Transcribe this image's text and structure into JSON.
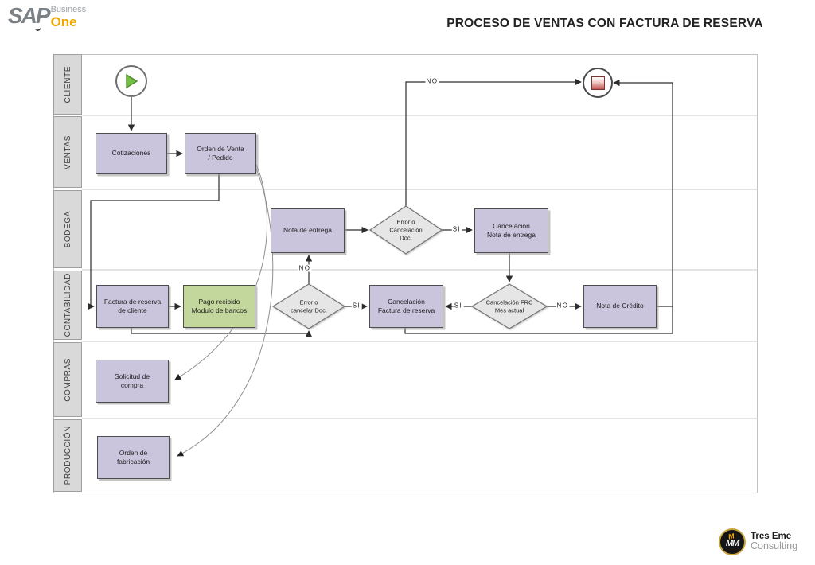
{
  "header": {
    "logo": {
      "sap": "SAP",
      "business": "Business",
      "one": "One"
    },
    "title": "PROCESO DE VENTAS CON FACTURA DE RESERVA"
  },
  "lanes": [
    {
      "label": "CLIENTE"
    },
    {
      "label": "VENTAS"
    },
    {
      "label": "BODEGA"
    },
    {
      "label": "CONTABILIDAD"
    },
    {
      "label": "COMPRAS"
    },
    {
      "label": "PRODUCCIÓN"
    }
  ],
  "nodes": {
    "cotizaciones": "Cotizaciones",
    "orden_venta": "Orden de Venta\n/ Pedido",
    "nota_entrega": "Nota de entrega",
    "cancelacion_nota_entrega": "Cancelación\nNota de entrega",
    "factura_reserva": "Factura de reserva\nde cliente",
    "pago_recibido": "Pago recibido\nModulo de bancos",
    "cancelacion_factura_reserva": "Cancelación\nFactura de reserva",
    "nota_credito": "Nota de Crédito",
    "solicitud_compra": "Solicitud de\ncompra",
    "orden_fabricacion": "Orden de\nfabricación",
    "decision_error_cancelacion_doc": "Error o\nCancelación\nDoc.",
    "decision_error_cancelar_doc": "Error o\ncancelar Doc.",
    "decision_cancelacion_frc": "Cancelación FRC\nMes actual"
  },
  "edge_labels": {
    "si": "SI",
    "no": "NO"
  },
  "colors": {
    "task_fill": "#cbc4dd",
    "payment_fill": "#c3d69b",
    "decision_fill": "#e6e6e6",
    "sap_orange": "#f0a800",
    "start_green": "#72bf44",
    "end_red": "#c0504d"
  },
  "footer": {
    "badge": "MM",
    "bolt": "M",
    "brand": "Tres Eme",
    "brand_sub": "Consulting"
  }
}
